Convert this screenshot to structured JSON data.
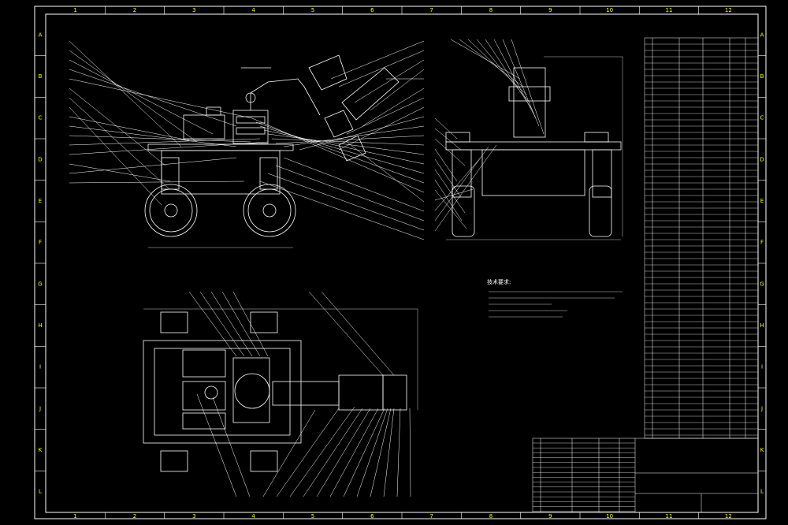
{
  "border": {
    "columns": [
      "1",
      "2",
      "3",
      "4",
      "5",
      "6",
      "7",
      "8",
      "9",
      "10",
      "11",
      "12"
    ],
    "rows": [
      "A",
      "B",
      "C",
      "D",
      "E",
      "F",
      "G",
      "H",
      "I",
      "J",
      "K",
      "L"
    ]
  },
  "notes": {
    "heading": "技术要求:",
    "lines": [
      "",
      "",
      "",
      "",
      ""
    ]
  },
  "colors": {
    "background": "#000000",
    "line": "#ffffff",
    "grid_label": "#ffff00",
    "dimension": "#c8c8c8"
  }
}
